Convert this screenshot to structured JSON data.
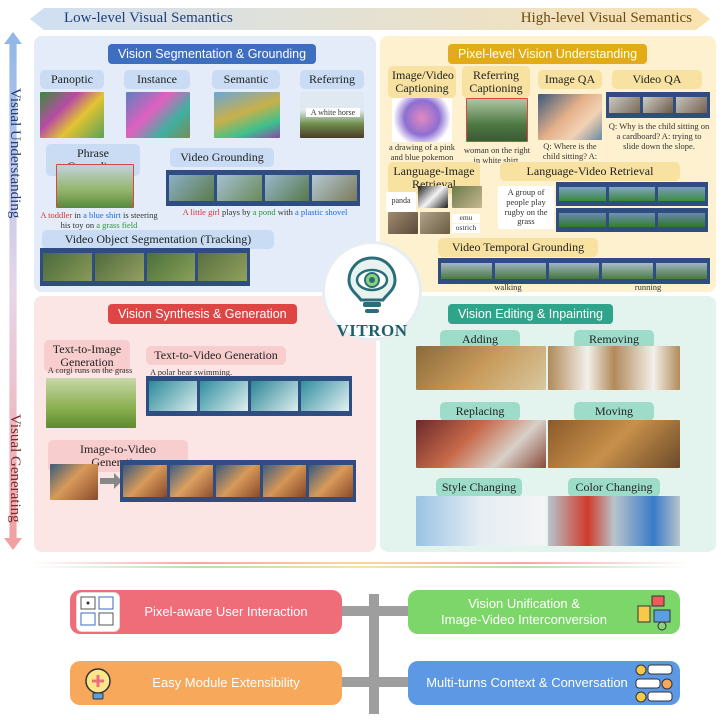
{
  "axis": {
    "top_left": "Low-level Visual Semantics",
    "top_right": "High-level Visual Semantics",
    "left_top": "Visual Understanding",
    "left_bottom": "Visual Generating"
  },
  "segmentation": {
    "title": "Vision Segmentation & Grounding",
    "panoptic": "Panoptic",
    "instance": "Instance",
    "semantic": "Semantic",
    "referring": "Referring",
    "referring_caption": "A white horse",
    "phrase_grounding": "Phrase Grounding",
    "phrase_caption_a": "A toddler",
    "phrase_caption_b": " in ",
    "phrase_caption_c": "a blue shirt",
    "phrase_caption_d": " is steering his toy on ",
    "phrase_caption_e": "a grass field",
    "video_grounding": "Video Grounding",
    "video_caption_a": "A little girl",
    "video_caption_b": " plays by ",
    "video_caption_c": "a pond",
    "video_caption_d": " with ",
    "video_caption_e": "a plastic shovel",
    "vos": "Video Object Segmentation (Tracking)"
  },
  "pixel": {
    "title": "Pixel-level Vision Understanding",
    "img_captioning": "Image/Video Captioning",
    "img_captioning_caption": "a drawing of a pink and blue pokemon",
    "ref_captioning": "Referring Captioning",
    "ref_captioning_caption": "woman on the right in white shirt.",
    "image_qa": "Image QA",
    "image_qa_caption": "Q: Where is the child sitting? A: Arms",
    "video_qa": "Video QA",
    "video_qa_caption": "Q: Why is the child sitting on a cardboard? A: trying to slide down the slope.",
    "lang_img_retrieval": "Language-Image Retrieval",
    "retrieval_panda": "panda",
    "retrieval_emu": "emu",
    "retrieval_ostrich": "ostrich",
    "lang_vid_retrieval": "Language-Video Retrieval",
    "lang_vid_caption": "A group of people play rugby on the grass",
    "temporal": "Video Temporal Grounding",
    "walking": "walking",
    "running": "running"
  },
  "logo": {
    "name": "VITRON"
  },
  "synthesis": {
    "title": "Vision Synthesis & Generation",
    "t2i": "Text-to-Image Generation",
    "t2i_caption": "A corgi runs on the grass",
    "t2v": "Text-to-Video Generation",
    "t2v_caption": "A polar bear swimming.",
    "i2v": "Image-to-Video Generation"
  },
  "editing": {
    "title": "Vision Editing & Inpainting",
    "adding": "Adding",
    "removing": "Removing",
    "replacing": "Replacing",
    "moving": "Moving",
    "style": "Style Changing",
    "color": "Color Changing"
  },
  "features": {
    "pixel_interaction": "Pixel-aware User Interaction",
    "unification_line1": "Vision Unification &",
    "unification_line2": "Image-Video Interconversion",
    "extensibility": "Easy Module Extensibility",
    "multiturn": "Multi-turns Context & Conversation"
  },
  "colors": {
    "seg_accent": "#3e6ec0",
    "pixel_accent": "#e2ab17",
    "synthesis_accent": "#de4646",
    "editing_accent": "#2ea58a"
  }
}
